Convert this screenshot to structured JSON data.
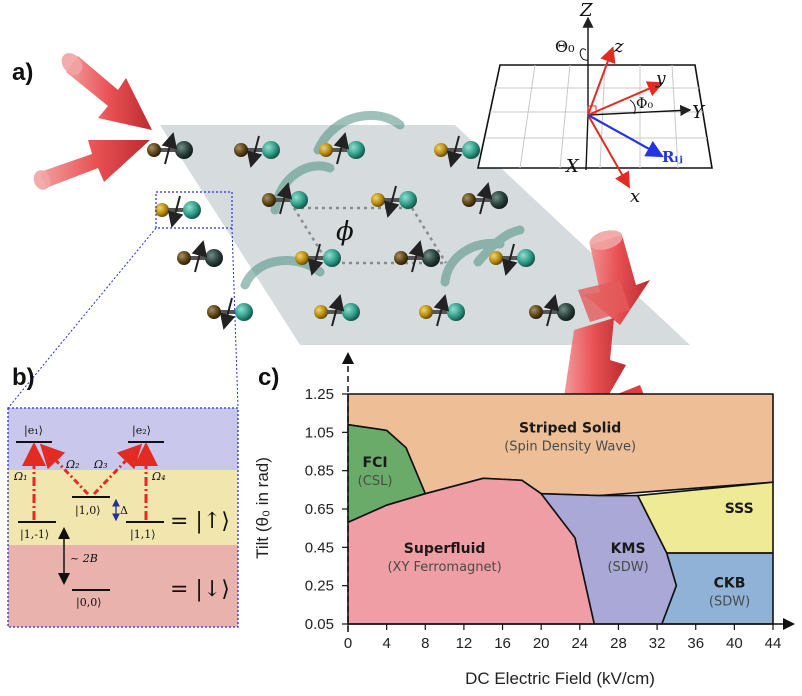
{
  "figure": {
    "panel_a": {
      "label": "a)",
      "phi_symbol": "ϕ",
      "axes_inset": {
        "Z": "Z",
        "z": "z",
        "y": "y",
        "Y": "Y",
        "X": "X",
        "x": "x",
        "theta0": "Θ₀",
        "phi0": "Φ₀",
        "rij": "Rᵢⱼ"
      }
    },
    "panel_b": {
      "label": "b)",
      "levels": {
        "e1": "|e₁⟩",
        "e2": "|e₂⟩",
        "state_10": "|1,0⟩",
        "state_1m1": "|1,-1⟩",
        "state_11": "|1,1⟩",
        "state_00": "|0,0⟩"
      },
      "rabi": {
        "o1": "Ω₁",
        "o2": "Ω₂",
        "o3": "Ω₃",
        "o4": "Ω₄"
      },
      "delta": "Δ",
      "gap": "~ 2B",
      "eq_up": "= |↑⟩",
      "eq_down": "= |↓⟩"
    },
    "panel_c": {
      "label": "c)",
      "xlabel": "DC Electric Field (kV/cm)",
      "ylabel": "Tilt (θ₀ in rad)",
      "xticks": [
        "0",
        "4",
        "8",
        "12",
        "16",
        "20",
        "24",
        "28",
        "32",
        "36",
        "40",
        "44"
      ],
      "yticks": [
        "0.05",
        "0.25",
        "0.45",
        "0.65",
        "0.85",
        "1.05",
        "1.25"
      ],
      "regions": [
        {
          "name": "Striped Solid",
          "sub": "(Spin Density Wave)",
          "color": "#eebf97"
        },
        {
          "name": "FCI",
          "sub": "(CSL)",
          "color": "#6bab6a"
        },
        {
          "name": "Superfluid",
          "sub": "(XY Ferromagnet)",
          "color": "#ee9ea4"
        },
        {
          "name": "KMS",
          "sub": "(SDW)",
          "color": "#a9a8d6"
        },
        {
          "name": "SSS",
          "sub": "",
          "color": "#eeea96"
        },
        {
          "name": "CKB",
          "sub": "(SDW)",
          "color": "#8fb2d6"
        }
      ]
    }
  },
  "chart_data": {
    "type": "area",
    "title": "",
    "xlabel": "DC Electric Field (kV/cm)",
    "ylabel": "Tilt (θ₀ in rad)",
    "xlim": [
      0,
      44
    ],
    "ylim": [
      0.05,
      1.25
    ],
    "xticks": [
      0,
      4,
      8,
      12,
      16,
      20,
      24,
      28,
      32,
      36,
      40,
      44
    ],
    "yticks": [
      0.05,
      0.25,
      0.45,
      0.65,
      0.85,
      1.05,
      1.25
    ],
    "regions": [
      {
        "name": "Striped Solid (Spin Density Wave)",
        "color": "#eebf97",
        "boundary": [
          [
            0,
            1.25
          ],
          [
            44,
            1.25
          ],
          [
            44,
            0.79
          ],
          [
            26,
            0.72
          ],
          [
            20,
            0.73
          ],
          [
            18,
            0.8
          ],
          [
            14,
            0.81
          ],
          [
            8,
            0.73
          ],
          [
            6,
            0.97
          ],
          [
            4,
            1.06
          ],
          [
            0,
            1.09
          ]
        ]
      },
      {
        "name": "FCI (CSL)",
        "color": "#6bab6a",
        "boundary": [
          [
            0,
            1.09
          ],
          [
            4,
            1.06
          ],
          [
            6,
            0.97
          ],
          [
            8,
            0.73
          ],
          [
            4,
            0.67
          ],
          [
            0,
            0.58
          ]
        ]
      },
      {
        "name": "Superfluid (XY Ferromagnet)",
        "color": "#ee9ea4",
        "boundary": [
          [
            0,
            0.05
          ],
          [
            25.5,
            0.05
          ],
          [
            23.5,
            0.5
          ],
          [
            20,
            0.73
          ],
          [
            18,
            0.8
          ],
          [
            14,
            0.81
          ],
          [
            8,
            0.73
          ],
          [
            4,
            0.67
          ],
          [
            0,
            0.58
          ]
        ]
      },
      {
        "name": "KMS (SDW)",
        "color": "#a9a8d6",
        "boundary": [
          [
            25.5,
            0.05
          ],
          [
            32.5,
            0.05
          ],
          [
            34,
            0.25
          ],
          [
            33,
            0.42
          ],
          [
            30,
            0.72
          ],
          [
            26,
            0.72
          ],
          [
            20,
            0.73
          ],
          [
            23.5,
            0.5
          ]
        ]
      },
      {
        "name": "SSS",
        "color": "#eeea96",
        "boundary": [
          [
            30,
            0.72
          ],
          [
            44,
            0.79
          ],
          [
            44,
            0.42
          ],
          [
            33,
            0.42
          ]
        ]
      },
      {
        "name": "CKB (SDW)",
        "color": "#8fb2d6",
        "boundary": [
          [
            32.5,
            0.05
          ],
          [
            44,
            0.05
          ],
          [
            44,
            0.42
          ],
          [
            33,
            0.42
          ],
          [
            34,
            0.25
          ]
        ]
      }
    ]
  }
}
